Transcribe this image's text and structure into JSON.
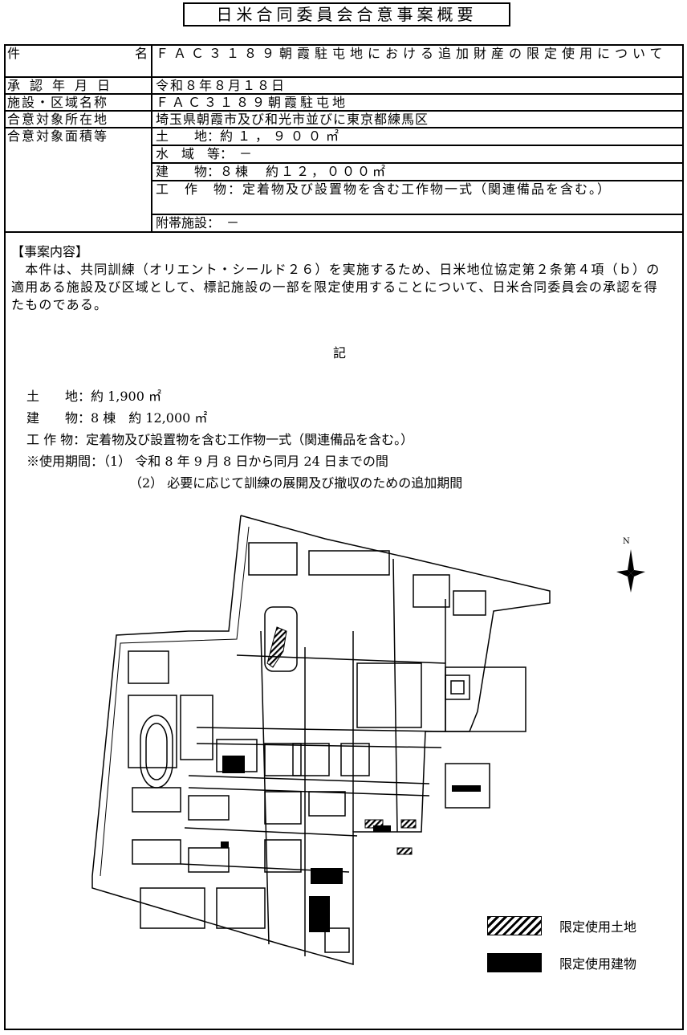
{
  "title": "日米合同委員会合意事案概要",
  "table": {
    "subject_label": [
      "件",
      "名"
    ],
    "subject_value": "ＦＡＣ３１８９朝霞駐屯地における追加財産の限定使用について",
    "approval_label": "承認年月日",
    "approval_value": "令和８年８月１８日",
    "facility_label": "施設・区域名称",
    "facility_value": "ＦＡＣ３１８９朝霞駐屯地",
    "location_label": "合意対象所在地",
    "location_value": "埼玉県朝霞市及び和光市並びに東京都練馬区",
    "area_label": "合意対象面積等",
    "area_rows": [
      {
        "label": "土　　地",
        "value": "約１，９００㎡"
      },
      {
        "label": "水　域　等",
        "value": "－"
      },
      {
        "label": "建　　物",
        "value": "８棟　約１２，０００㎡"
      },
      {
        "label": "工　作　物",
        "value": "定着物及び設置物を含む工作物一式（関連備品を含む。）"
      },
      {
        "label": "附帯施設",
        "value": "－"
      }
    ]
  },
  "content": {
    "heading": "【事案内容】",
    "body": "　本件は、共同訓練（オリエント・シールド２６）を実施するため、日米地位協定第２条第４項（ｂ）の適用ある施設及び区域として、標記施設の一部を限定使用することについて、日米合同委員会の承認を得たものである。",
    "ki": "記"
  },
  "items": [
    "土　　地：約 1,900 ㎡",
    "建　　物：8 棟　約 12,000 ㎡",
    "工 作 物：定着物及び設置物を含む工作物一式（関連備品を含む。）",
    "※使用期間：（1） 令和 8 年 9 月 8 日から同月 24 日までの間",
    "（2） 必要に応じて訓練の展開及び撤収のための追加期間"
  ],
  "legend": {
    "land": "限定使用土地",
    "building": "限定使用建物"
  },
  "compass_label": "N"
}
